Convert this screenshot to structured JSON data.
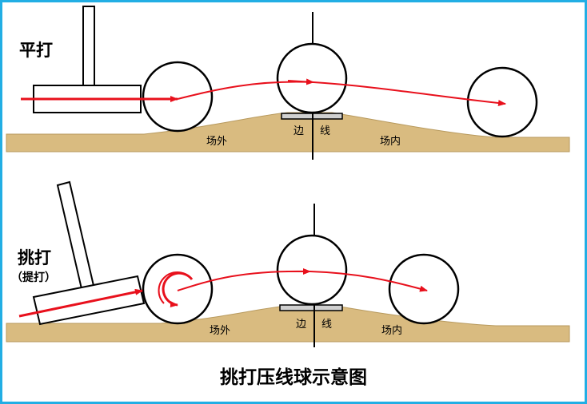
{
  "top_panel": {
    "label": "平打",
    "outside_label": "场外",
    "line_label": "边",
    "line_label2": "线",
    "inside_label": "场内"
  },
  "bottom_panel": {
    "label": "挑打",
    "sublabel": "（提打）",
    "outside_label": "场外",
    "line_label": "边",
    "line_label2": "线",
    "inside_label": "场内"
  },
  "caption": "挑打压线球示意图",
  "colors": {
    "frame": "#22aee4",
    "ground": "#d9bb80",
    "arrow": "#e8101c",
    "outline": "#000000"
  }
}
